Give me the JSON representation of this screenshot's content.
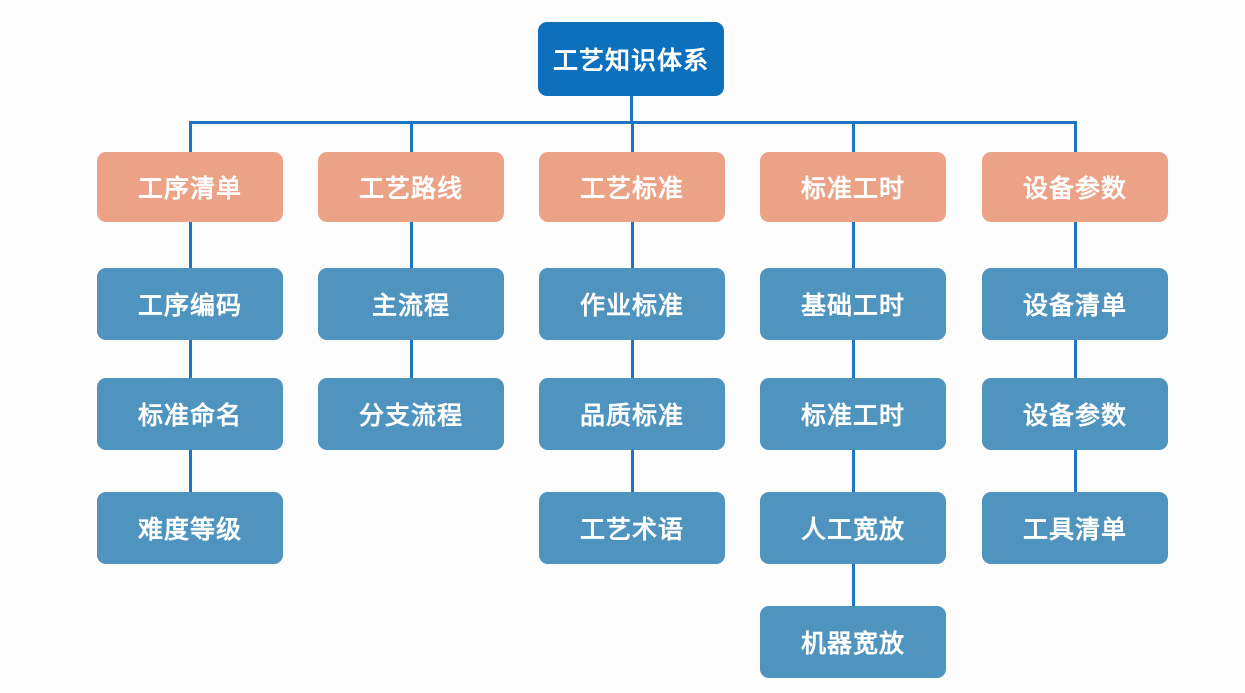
{
  "diagram": {
    "root_label": "工艺知识体系",
    "branches": [
      {
        "label": "工序清单",
        "children": [
          "工序编码",
          "标准命名",
          "难度等级"
        ]
      },
      {
        "label": "工艺路线",
        "children": [
          "主流程",
          "分支流程"
        ]
      },
      {
        "label": "工艺标准",
        "children": [
          "作业标准",
          "品质标准",
          "工艺术语"
        ]
      },
      {
        "label": "标准工时",
        "children": [
          "基础工时",
          "标准工时",
          "人工宽放",
          "机器宽放"
        ]
      },
      {
        "label": "设备参数",
        "children": [
          "设备清单",
          "设备参数",
          "工具清单"
        ]
      }
    ],
    "colors": {
      "root_bg": "#0d70bd",
      "branch_bg": "#eba286",
      "child_bg": "#4f93bf",
      "line": "#1f75c2",
      "text": "#ffffff",
      "page_bg": "#fdfdfd"
    }
  }
}
